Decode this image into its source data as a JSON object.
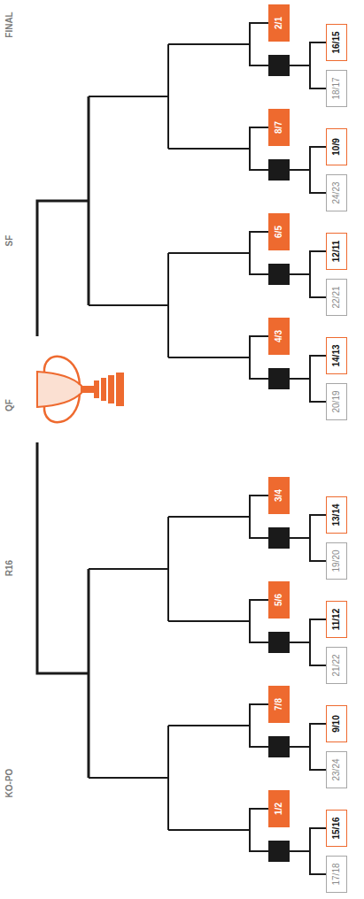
{
  "diagram": {
    "nodes": [
      {
        "text": [
          "2/1"
        ]
      },
      {
        "text": [
          "16/15"
        ]
      },
      {
        "text": [
          "18/17"
        ]
      },
      {
        "text": [
          "8/7"
        ]
      },
      {
        "text": [
          "10/9"
        ]
      },
      {
        "text": [
          "24/23"
        ]
      },
      {
        "text": [
          "6/5"
        ]
      },
      {
        "text": [
          "12/11"
        ]
      },
      {
        "text": [
          "22/21"
        ]
      },
      {
        "text": [
          "4/3"
        ]
      },
      {
        "text": [
          "14/13"
        ]
      },
      {
        "text": [
          "20/19"
        ]
      },
      {
        "text": [
          "3/4"
        ]
      },
      {
        "text": [
          "13/14"
        ]
      },
      {
        "text": [
          "19/20"
        ]
      },
      {
        "text": [
          "5/6"
        ]
      },
      {
        "text": [
          "11/12"
        ]
      },
      {
        "text": [
          "21/22"
        ]
      },
      {
        "text": [
          "7/8"
        ]
      },
      {
        "text": [
          "9/10"
        ]
      },
      {
        "text": [
          "23/24"
        ]
      },
      {
        "text": [
          "1/2"
        ]
      },
      {
        "text": [
          "15/16"
        ]
      },
      {
        "text": [
          "17/18"
        ]
      }
    ],
    "labels": [
      "FINAL",
      "SF",
      "QF",
      "R16",
      "KO-PO"
    ]
  }
}
